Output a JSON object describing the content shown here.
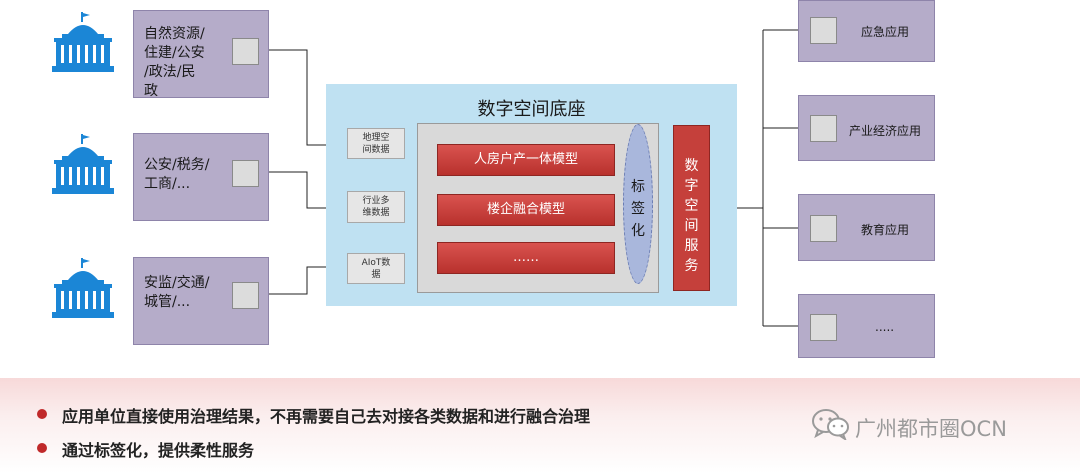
{
  "sources": [
    {
      "label": "自然资源/\n住建/公安\n/政法/民\n政"
    },
    {
      "label": "公安/税务/\n工商/..."
    },
    {
      "label": "安监/交通/\n城管/..."
    }
  ],
  "base": {
    "title": "数字空间底座"
  },
  "data_tags": [
    {
      "label": "地理空\n间数据"
    },
    {
      "label": "行业多\n维数据"
    },
    {
      "label": "AIoT数\n据"
    }
  ],
  "models": [
    {
      "label": "人房户产一体模型"
    },
    {
      "label": "楼企融合模型"
    },
    {
      "label": "……"
    }
  ],
  "tagging": {
    "label": "标\n签\n化"
  },
  "service": {
    "label": "数\n字\n空\n间\n服\n务"
  },
  "apps": [
    {
      "label": "应急应用"
    },
    {
      "label": "产业经济应用"
    },
    {
      "label": "教育应用"
    },
    {
      "label": "....."
    }
  ],
  "bullets": [
    {
      "text": "应用单位直接使用治理结果，不再需要自己去对接各类数据和进行融合治理"
    },
    {
      "text": "通过标签化，提供柔性服务"
    }
  ],
  "watermark": {
    "text": "广州都市圈OCN",
    "icon": "wechat-icon"
  },
  "colors": {
    "source_box": "#b5acc9",
    "base_bg": "#bfe1f2",
    "model_red": "#c5403b",
    "tag_ellipse": "#a9b7dc",
    "bullet_red": "#c0292a",
    "building_blue": "#1b86d6"
  }
}
